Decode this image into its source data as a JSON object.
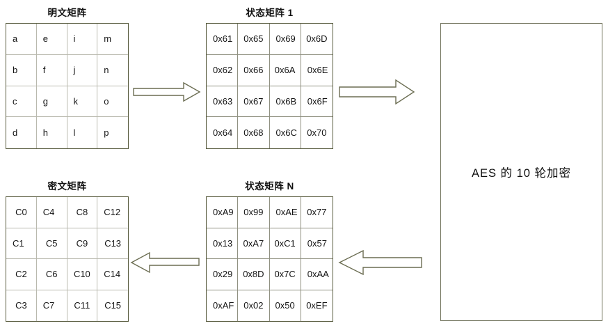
{
  "diagram": {
    "title_plaintext": "明文矩阵",
    "title_state1": "状态矩阵 1",
    "title_ciphertext": "密文矩阵",
    "title_stateN": "状态矩阵 N",
    "aes_box_label": "AES 的 10 轮加密",
    "stroke_color": "#585b3e",
    "grid_color": "#b9b9ae",
    "arrow_color": "#6b6d52",
    "background": "#ffffff"
  },
  "plaintext_matrix": {
    "caption": "明文矩阵",
    "rows": [
      [
        "a",
        "e",
        "i",
        "m"
      ],
      [
        "b",
        "f",
        "j",
        "n"
      ],
      [
        "c",
        "g",
        "k",
        "o"
      ],
      [
        "d",
        "h",
        "l",
        "p"
      ]
    ]
  },
  "state_matrix_1": {
    "caption": "状态矩阵 1",
    "rows": [
      [
        "0x61",
        "0x65",
        "0x69",
        "0x6D"
      ],
      [
        "0x62",
        "0x66",
        "0x6A",
        "0x6E"
      ],
      [
        "0x63",
        "0x67",
        "0x6B",
        "0x6F"
      ],
      [
        "0x64",
        "0x68",
        "0x6C",
        "0x70"
      ]
    ]
  },
  "state_matrix_n": {
    "caption": "状态矩阵 N",
    "rows": [
      [
        "0xA9",
        "0x99",
        "0xAE",
        "0x77"
      ],
      [
        "0x13",
        "0xA7",
        "0xC1",
        "0x57"
      ],
      [
        "0x29",
        "0x8D",
        "0x7C",
        "0xAA"
      ],
      [
        "0xAF",
        "0x02",
        "0x50",
        "0xEF"
      ]
    ]
  },
  "ciphertext_matrix": {
    "caption": "密文矩阵",
    "rows": [
      [
        "C0",
        "C4",
        "C8",
        "C12"
      ],
      [
        "C1",
        "C5",
        "C9",
        "C13"
      ],
      [
        "C2",
        "C6",
        "C10",
        "C14"
      ],
      [
        "C3",
        "C7",
        "C11",
        "C15"
      ]
    ]
  },
  "aes_process": {
    "label": "AES 的 10 轮加密"
  },
  "arrows": [
    {
      "name": "arrow-plaintext-to-state1",
      "direction": "right"
    },
    {
      "name": "arrow-state1-to-aes",
      "direction": "right"
    },
    {
      "name": "arrow-aes-to-staten",
      "direction": "left"
    },
    {
      "name": "arrow-staten-to-ciphertext",
      "direction": "left"
    }
  ]
}
